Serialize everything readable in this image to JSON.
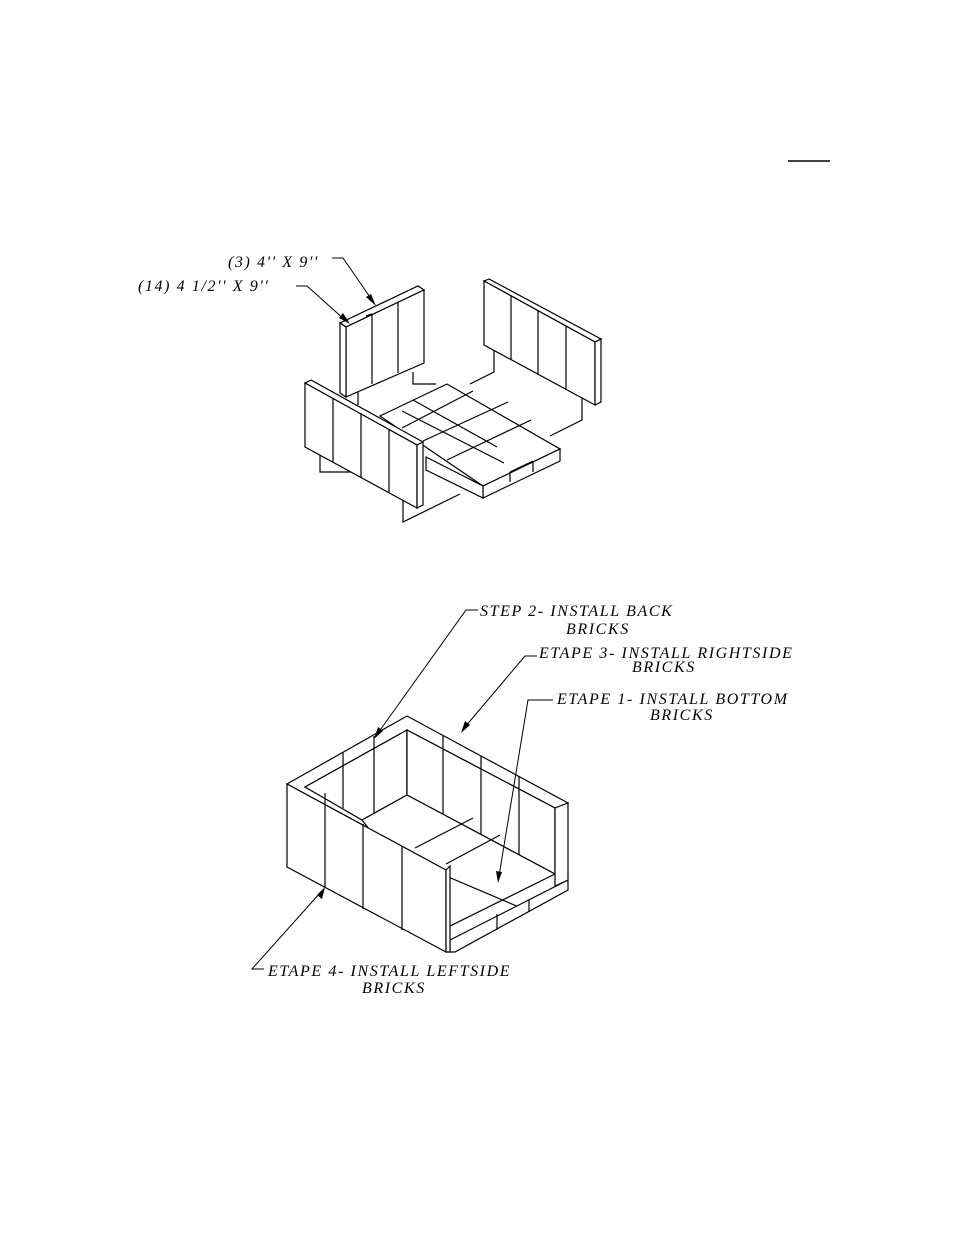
{
  "page": {
    "background": "#ffffff",
    "ink": "#000000"
  },
  "exploded_view": {
    "labels": {
      "brick_a": "(3) 4'' X 9''",
      "brick_b": "(14) 4 1/2'' X 9''"
    }
  },
  "assembled_view": {
    "labels": {
      "step2_line1": "STEP 2- INSTALL BACK",
      "step2_line2": "BRICKS",
      "step3_line1": "ETAPE 3- INSTALL RIGHTSIDE",
      "step3_line2": "BRICKS",
      "step1_line1": "ETAPE 1- INSTALL BOTTOM",
      "step1_line2": "BRICKS",
      "step4_line1": "ETAPE 4- INSTALL LEFTSIDE",
      "step4_line2": "BRICKS"
    }
  }
}
